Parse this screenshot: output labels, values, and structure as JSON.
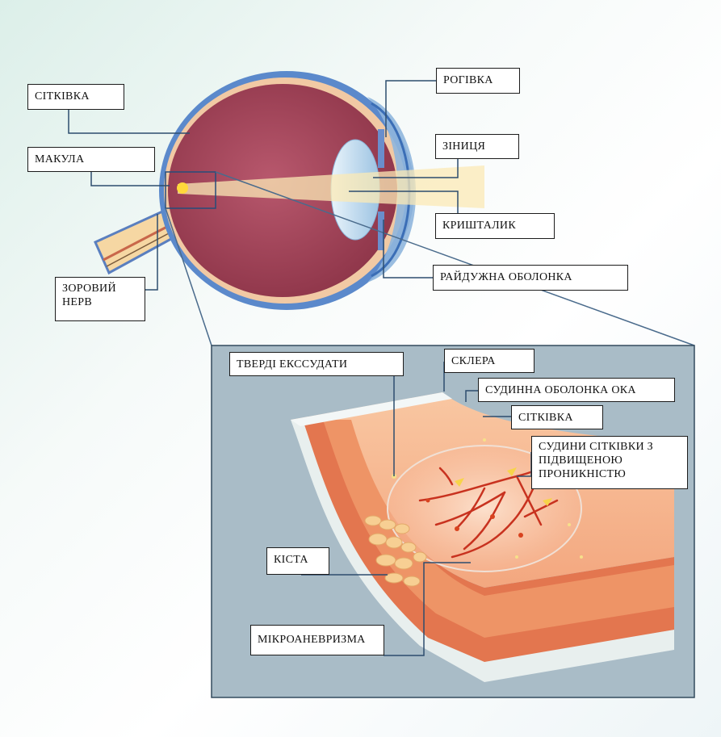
{
  "labels": {
    "retina_top": "СІТКІВКА",
    "macula": "МАКУЛА",
    "optic_nerve": [
      "ЗОРОВИЙ",
      "НЕРВ"
    ],
    "cornea": "РОГІВКА",
    "pupil": "ЗІНИЦЯ",
    "lens": "КРИШТАЛИК",
    "iris": "РАЙДУЖНА ОБОЛОНКА",
    "hard_exudates": "ТВЕРДІ ЕКССУДАТИ",
    "sclera": "СКЛЕРА",
    "choroid": "СУДИННА ОБОЛОНКА ОКА",
    "retina_inset": "СІТКІВКА",
    "leaky_vessels": [
      "СУДИНИ СІТКІВКИ З",
      "ПІДВИЩЕНОЮ",
      "ПРОНИКНІСТЮ"
    ],
    "cyst": "КІСТА",
    "microaneurysm": "МІКРОАНЕВРИЗМА"
  },
  "colors": {
    "eye_interior": "#a8485e",
    "eye_outer": "#4f7fc4",
    "light_beam": "#fbe9b6",
    "inset_bg": "#a8bcc7",
    "tissue_orange": "#f2a47c",
    "vessel_red": "#c8321f"
  }
}
